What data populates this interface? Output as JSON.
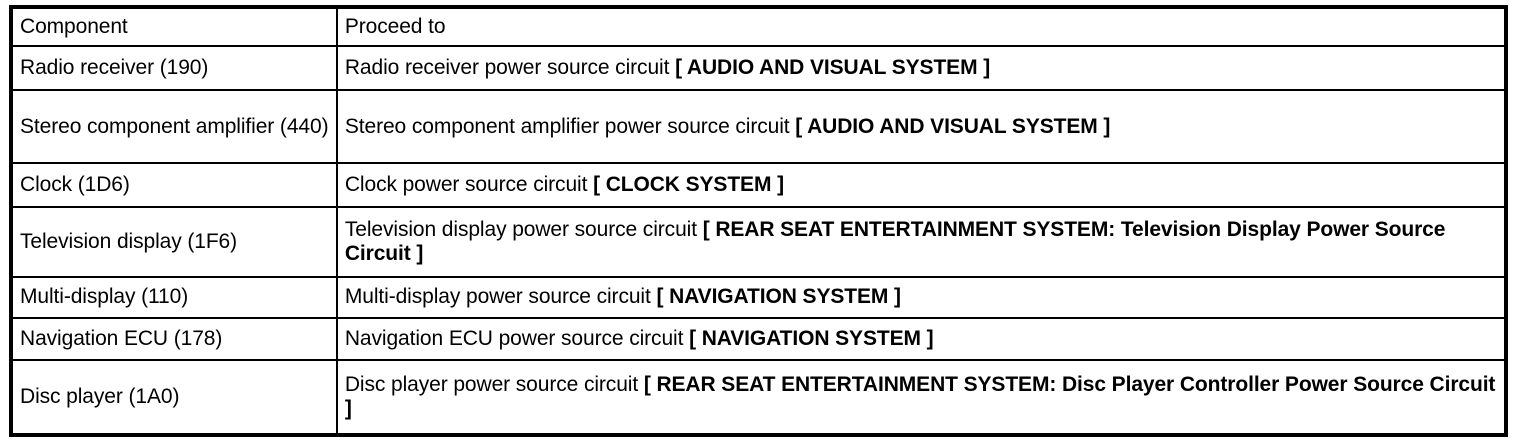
{
  "table": {
    "headers": {
      "component": "Component",
      "proceed_to": "Proceed to"
    },
    "rows": [
      {
        "component": "Radio receiver (190)",
        "proceed_plain": "Radio receiver power source circuit ",
        "proceed_ref": "[ AUDIO AND VISUAL SYSTEM ]"
      },
      {
        "component": "Stereo component amplifier (440)",
        "proceed_plain": "Stereo component amplifier power source circuit ",
        "proceed_ref": "[ AUDIO AND VISUAL SYSTEM ]"
      },
      {
        "component": "Clock (1D6)",
        "proceed_plain": "Clock power source circuit ",
        "proceed_ref": "[ CLOCK SYSTEM ]"
      },
      {
        "component": "Television display (1F6)",
        "proceed_plain": "Television display power source circuit ",
        "proceed_ref": "[ REAR SEAT ENTERTAINMENT SYSTEM: Television Display Power Source Circuit ]"
      },
      {
        "component": "Multi-display (110)",
        "proceed_plain": "Multi-display power source circuit ",
        "proceed_ref": "[ NAVIGATION SYSTEM ]"
      },
      {
        "component": "Navigation ECU (178)",
        "proceed_plain": "Navigation ECU power source circuit ",
        "proceed_ref": "[ NAVIGATION SYSTEM ]"
      },
      {
        "component": "Disc player (1A0)",
        "proceed_plain": "Disc player power source circuit ",
        "proceed_ref": "[ REAR SEAT ENTERTAINMENT SYSTEM: Disc Player Controller Power Source Circuit ]"
      }
    ]
  },
  "colors": {
    "border": "#000000",
    "text": "#000000",
    "background": "#ffffff"
  }
}
